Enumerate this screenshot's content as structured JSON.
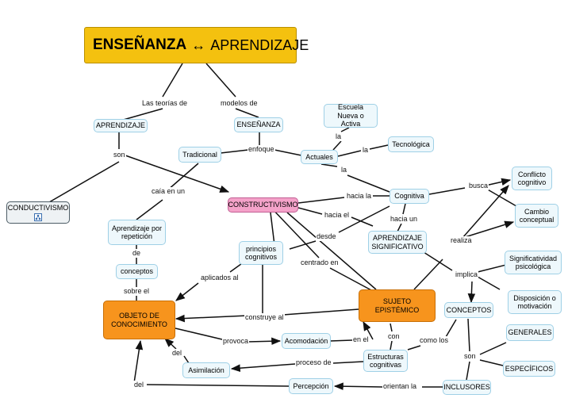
{
  "diagram": {
    "title": {
      "main": "ENSEÑANZA",
      "arrow": "↔",
      "second": "APRENDIZAJE"
    },
    "nodes": {
      "aprendizaje": "APRENDIZAJE",
      "ensenanza": "ENSEÑANZA",
      "escuela_nueva": "Escuela Nueva o Activa",
      "tecnologica": "Tecnológica",
      "tradicional": "Tradicional",
      "actuales": "Actuales",
      "conductivismo": "CONDUCTIVISMO",
      "constructivismo": "CONSTRUCTIVISMO",
      "cognitiva": "Cognitiva",
      "conflicto_cognitivo": "Conflicto cognitivo",
      "cambio_conceptual": "Cambio conceptual",
      "aprendizaje_repeticion": "Aprendizaje por repetición",
      "principios_cognitivos": "principios cognitivos",
      "aprendizaje_significativo": "APRENDIZAJE SIGNIFICATIVO",
      "significatividad_psicologica": "Significatividad psicológica",
      "disposicion_motivacion": "Disposición o motivación",
      "conceptos_lower": "conceptos",
      "objeto_conocimiento": "OBJETO DE CONOCIMIENTO",
      "sujeto_epistemico": "SUJETO EPISTÉMICO",
      "conceptos_upper": "CONCEPTOS",
      "generales": "GENERALES",
      "especificos": "ESPECÍFICOS",
      "acomodacion": "Acomodación",
      "estructuras_cognitivas": "Estructuras cognitivas",
      "asimilacion": "Asimilación",
      "percepcion": "Percepción",
      "inclusores": "INCLUSORES"
    },
    "links": {
      "las_teorias_de": "Las teorías de",
      "modelos_de": "modelos de",
      "son_1": "son",
      "cala_en_un": "caía en un",
      "enfoque": "enfoque",
      "la_1": "la",
      "la_2": "la",
      "la_3": "la",
      "hacia_la": "hacia la",
      "hacia_el": "hacia el",
      "hacia_un": "hacia un",
      "busca": "busca",
      "realiza": "realiza",
      "desde": "desde",
      "de": "de",
      "sobre_el": "sobre el",
      "aplicados_al": "aplicados al",
      "centrado_en": "centrado en",
      "implica": "implica",
      "construye_al": "construye al",
      "provoca": "provoca",
      "en_el": "en el",
      "con": "con",
      "como_los": "como los",
      "son_2": "son",
      "del_1": "del",
      "proceso_de": "proceso de",
      "del_2": "del",
      "orientan_la": "orientan la"
    }
  },
  "colors": {
    "title_fill": "#f4c10f",
    "node_fill": "#eef8fc",
    "node_border": "#9fd0e6",
    "constructivismo_fill": "#f4a2c9",
    "key_node_fill": "#f7941d",
    "edge": "#111111"
  },
  "icons": {
    "conductivismo": "concept-map-attachment-icon"
  }
}
